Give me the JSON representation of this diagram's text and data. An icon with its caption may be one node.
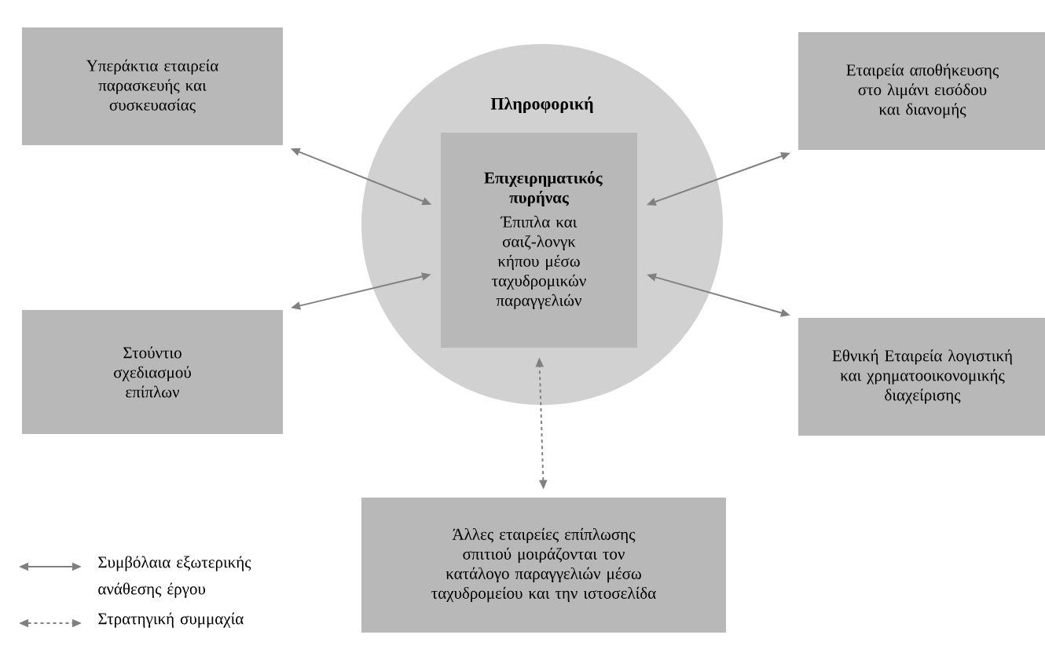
{
  "diagram": {
    "nodes": [
      {
        "text": [
          "Πληροφορική"
        ]
      },
      {
        "text": [
          "Επιχειρηματικός πυρήνας",
          "Έπιπλα και σαιζ-λονγκ κήπου μέσω ταχυδρομικών παραγγελιών"
        ],
        "in": 0
      },
      {
        "text": [
          "Υπεράκτια εταιρεία παρασκευής και συσκευασίας"
        ]
      },
      {
        "text": [
          "Εταιρεία αποθήκευσης στο λιμάνι εισόδου και διανομής"
        ]
      },
      {
        "text": [
          "Στούντιο σχεδιασμού επίπλων"
        ]
      },
      {
        "text": [
          "Εθνική Εταιρεία λογιστική και χρηματοοικονομικής διαχείρισης"
        ]
      },
      {
        "text": [
          "Άλλες εταιρείες επίπλωσης σπιτιού μοιράζονται τον κατάλογο παραγγελιών μέσω ταχυδρομείου και την ιστοσελίδα"
        ]
      }
    ],
    "edges": [
      {
        "from": 2,
        "to": 1,
        "arrow": "both"
      },
      {
        "from": 3,
        "to": 1,
        "arrow": "both"
      },
      {
        "from": 4,
        "to": 1,
        "arrow": "both"
      },
      {
        "from": 5,
        "to": 1,
        "arrow": "both"
      },
      {
        "from": 6,
        "to": 1,
        "arrow": "both",
        "style": "dashed"
      }
    ],
    "legend": [
      {
        "text": "Συμβόλαια εξωτερικής ανάθεσης έργου"
      },
      {
        "text": "Στρατηγική συμμαχία"
      }
    ]
  }
}
